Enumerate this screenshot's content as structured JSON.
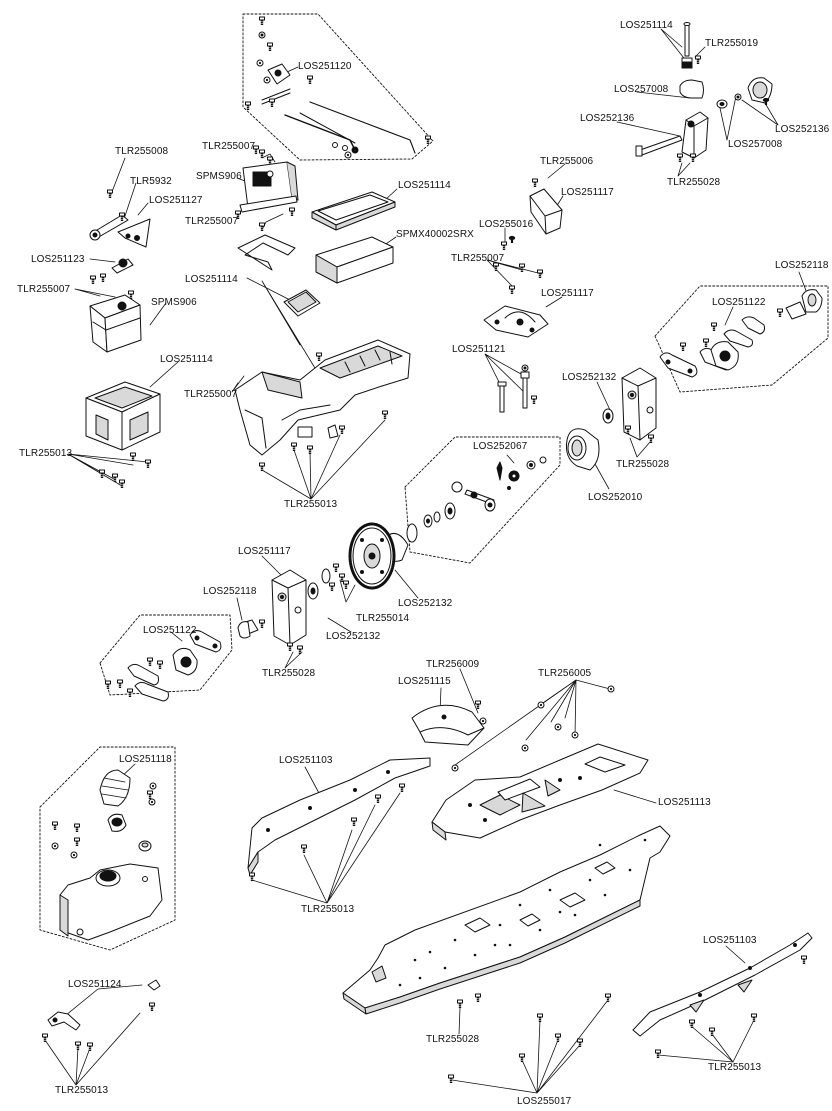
{
  "colors": {
    "ink": "#111111",
    "paper": "#ffffff",
    "shade": "#d9d9d9"
  },
  "labels": {
    "servo_linkage": "LOS251120",
    "servo_screws_top": "TLR255007",
    "servo_top": "SPMS906",
    "servo_top_screws": "TLR255007",
    "receiver_cover": "LOS251114",
    "receiver_pack": "SPMX40002SRX",
    "tray_parts": "LOS251114",
    "horn_screw": "TLR255008",
    "horn_screw_b": "TLR5932",
    "horn": "LOS251127",
    "linkage_end": "LOS251123",
    "servo_mount_screws": "TLR255007",
    "servo_lower": "SPMS906",
    "servo_mount": "LOS251114",
    "tray_screws": "TLR255007",
    "mount_screws": "TLR255013",
    "radio_tray_screws": "TLR255013",
    "post_top": "LOS251114",
    "post_top_b": "TLR255019",
    "bell_crank": "LOS257008",
    "steering_post": "LOS252136",
    "steering_bushing": "LOS252136",
    "steering_washer": "LOS257008",
    "steering_screws": "TLR255028",
    "brace_screw": "TLR255006",
    "brace": "LOS251117",
    "brace_bushing": "LOS255016",
    "brace_screws": "TLR255007",
    "brace_mount": "LOS251117",
    "bolts": "LOS251121",
    "outdrive_right": "LOS252118",
    "plates_right": "LOS251122",
    "bearing_right": "LOS252132",
    "right_screws": "TLR255028",
    "diff_parts": "LOS252067",
    "diff_case": "LOS252010",
    "left_mount": "LOS251117",
    "outdrive_left": "LOS252118",
    "plates_left": "LOS251122",
    "spur_screws": "TLR255014",
    "spur_bearing": "LOS252132",
    "bearing_left": "LOS252132",
    "left_screws": "TLR255028",
    "top_brace_screw": "TLR256009",
    "top_brace": "LOS251115",
    "chassis_screws": "TLR256005",
    "side_guard_left": "LOS251103",
    "top_plate": "LOS251113",
    "side_left_screws": "TLR255013",
    "fuel_tank": "LOS251118",
    "tank_bracket": "LOS251124",
    "tank_screws": "TLR255013",
    "side_guard_right": "LOS251103",
    "chassis_bottom_screws": "TLR255028",
    "chassis_flat_screws": "LOS255017",
    "side_right_screws": "TLR255013"
  }
}
